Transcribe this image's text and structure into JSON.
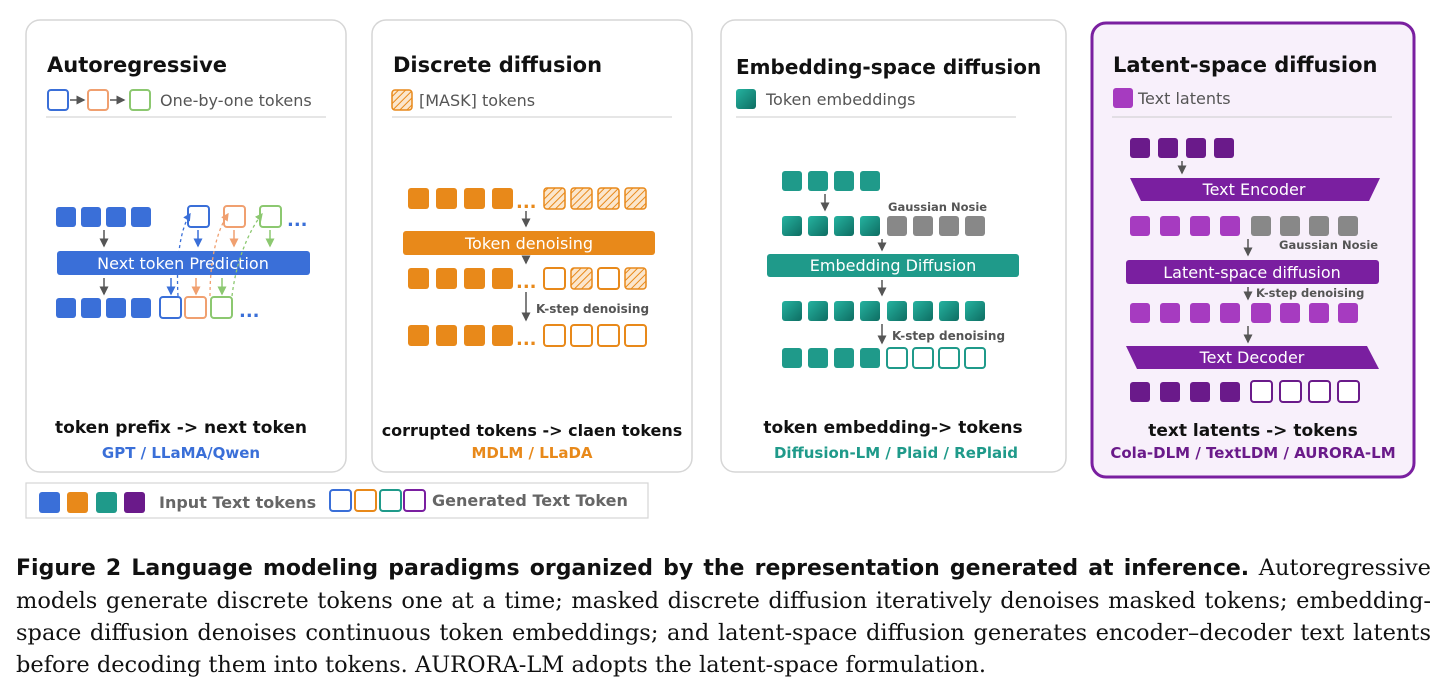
{
  "panels": [
    {
      "title": "Autoregressive",
      "subtitle": "One-by-one tokens",
      "process_label": "Next token Prediction",
      "summary": "token prefix -> next token",
      "models": "GPT / LLaMA/Qwen",
      "accent_color": "#3a6fd8"
    },
    {
      "title": "Discrete diffusion",
      "subtitle": "[MASK] tokens",
      "process_label": "Token denoising",
      "step_label": "K-step denoising",
      "summary": "corrupted tokens -> claen tokens",
      "models": "MDLM / LLaDA",
      "accent_color": "#e8891a"
    },
    {
      "title": "Embedding-space diffusion",
      "subtitle": "Token embeddings",
      "noise_label": "Gaussian Nosie",
      "process_label": "Embedding Diffusion",
      "step_label": "K-step denoising",
      "summary": "token embedding-> tokens",
      "models": "Diffusion-LM / Plaid / RePlaid",
      "accent_color": "#1f9a8a"
    },
    {
      "title": "Latent-space diffusion",
      "subtitle": "Text latents",
      "encoder_label": "Text Encoder",
      "noise_label": "Gaussian Nosie",
      "process_label": "Latent-space diffusion",
      "step_label": "K-step denoising",
      "decoder_label": "Text Decoder",
      "summary": "text latents -> tokens",
      "models": "Cola-DLM / TextLDM / AURORA-LM",
      "accent_color": "#7a1fa0"
    }
  ],
  "ellipsis": "...",
  "legend": {
    "input_label": "Input Text tokens",
    "generated_label": "Generated Text Token"
  },
  "caption": {
    "label": "Figure 2  Language modeling paradigms organized by the representation generated at inference.",
    "text": " Autoregressive models generate discrete tokens one at a time; masked discrete diffusion iteratively denoises masked tokens; embedding-space diffusion denoises continuous token embeddings; and latent-space diffusion generates encoder–decoder text latents before decoding them into tokens. AURORA-LM adopts the latent-space formulation."
  },
  "colors": {
    "blue": "#3a6fd8",
    "orange": "#e8891a",
    "teal": "#1f9a8a",
    "purple": "#7a1fa0",
    "light_purple": "#a63bc0",
    "gray": "#888888"
  }
}
